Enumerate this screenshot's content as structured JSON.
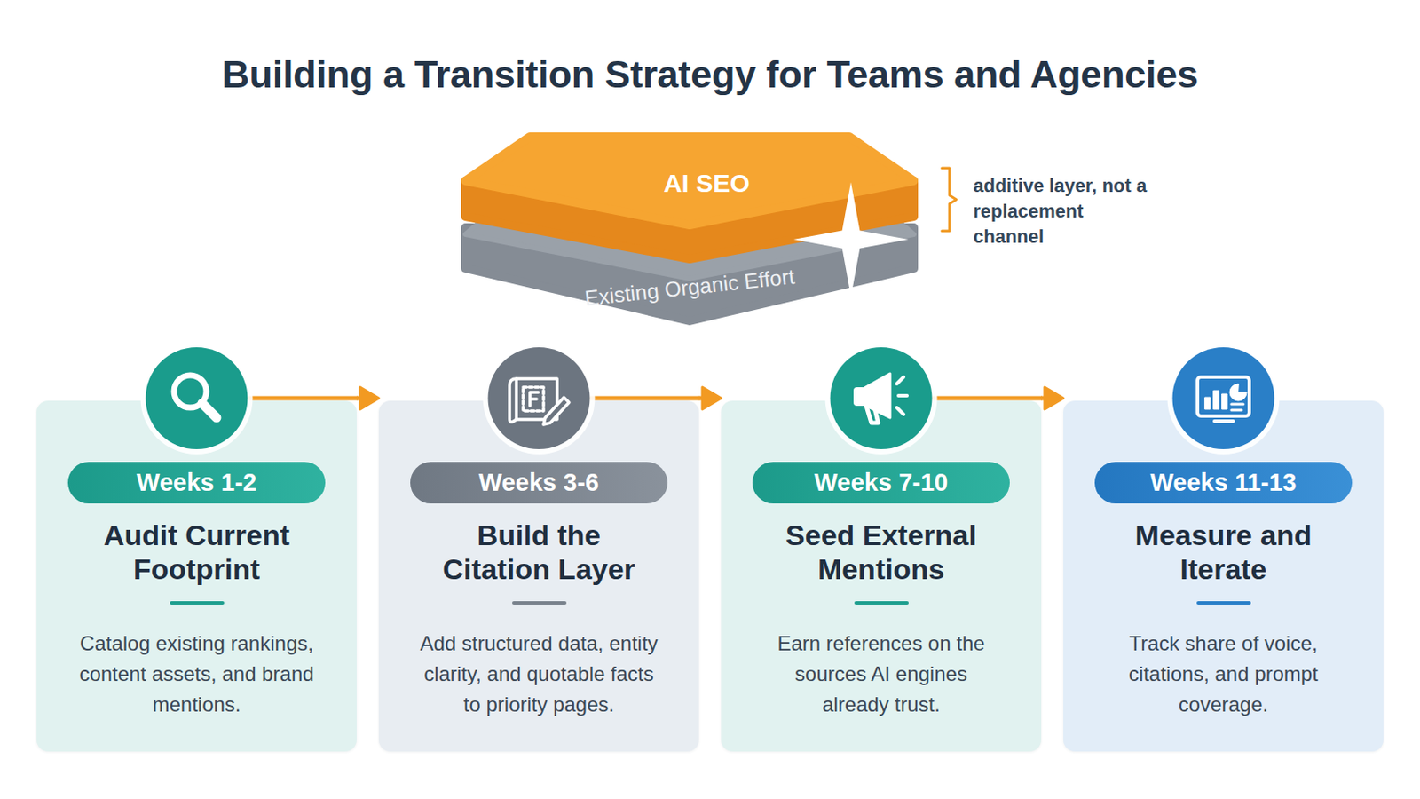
{
  "diagram": {
    "title": "Building a Transition Strategy for Teams and Agencies",
    "nodes": [
      {
        "text": [
          "AI SEO"
        ]
      },
      {
        "text": [
          "Existing Organic Effort"
        ]
      },
      {
        "text": [
          "Audit Current Footprint",
          "Catalog existing rankings, content assets, and brand mentions."
        ]
      },
      {
        "text": [
          "Weeks 1-2"
        ],
        "in": 2
      },
      {
        "text": [
          "Build the Citation Layer",
          "Add structured data, entity clarity, and quotable facts to priority pages."
        ]
      },
      {
        "text": [
          "Weeks 3-6"
        ],
        "in": 4
      },
      {
        "text": [
          "Seed External Mentions",
          "Earn references on the sources AI engines already trust."
        ]
      },
      {
        "text": [
          "Weeks 7-10"
        ],
        "in": 6
      },
      {
        "text": [
          "Measure and Iterate",
          "Track share of voice, citations, and prompt coverage."
        ]
      },
      {
        "text": [
          "Weeks 11-13"
        ],
        "in": 8
      }
    ],
    "edges": [
      {
        "from": 2,
        "to": 4,
        "arrow": "to"
      },
      {
        "from": 4,
        "to": 6,
        "arrow": "to"
      },
      {
        "from": 6,
        "to": 8,
        "arrow": "to"
      }
    ],
    "labels": [
      "additive layer, not a replacement channel"
    ]
  }
}
